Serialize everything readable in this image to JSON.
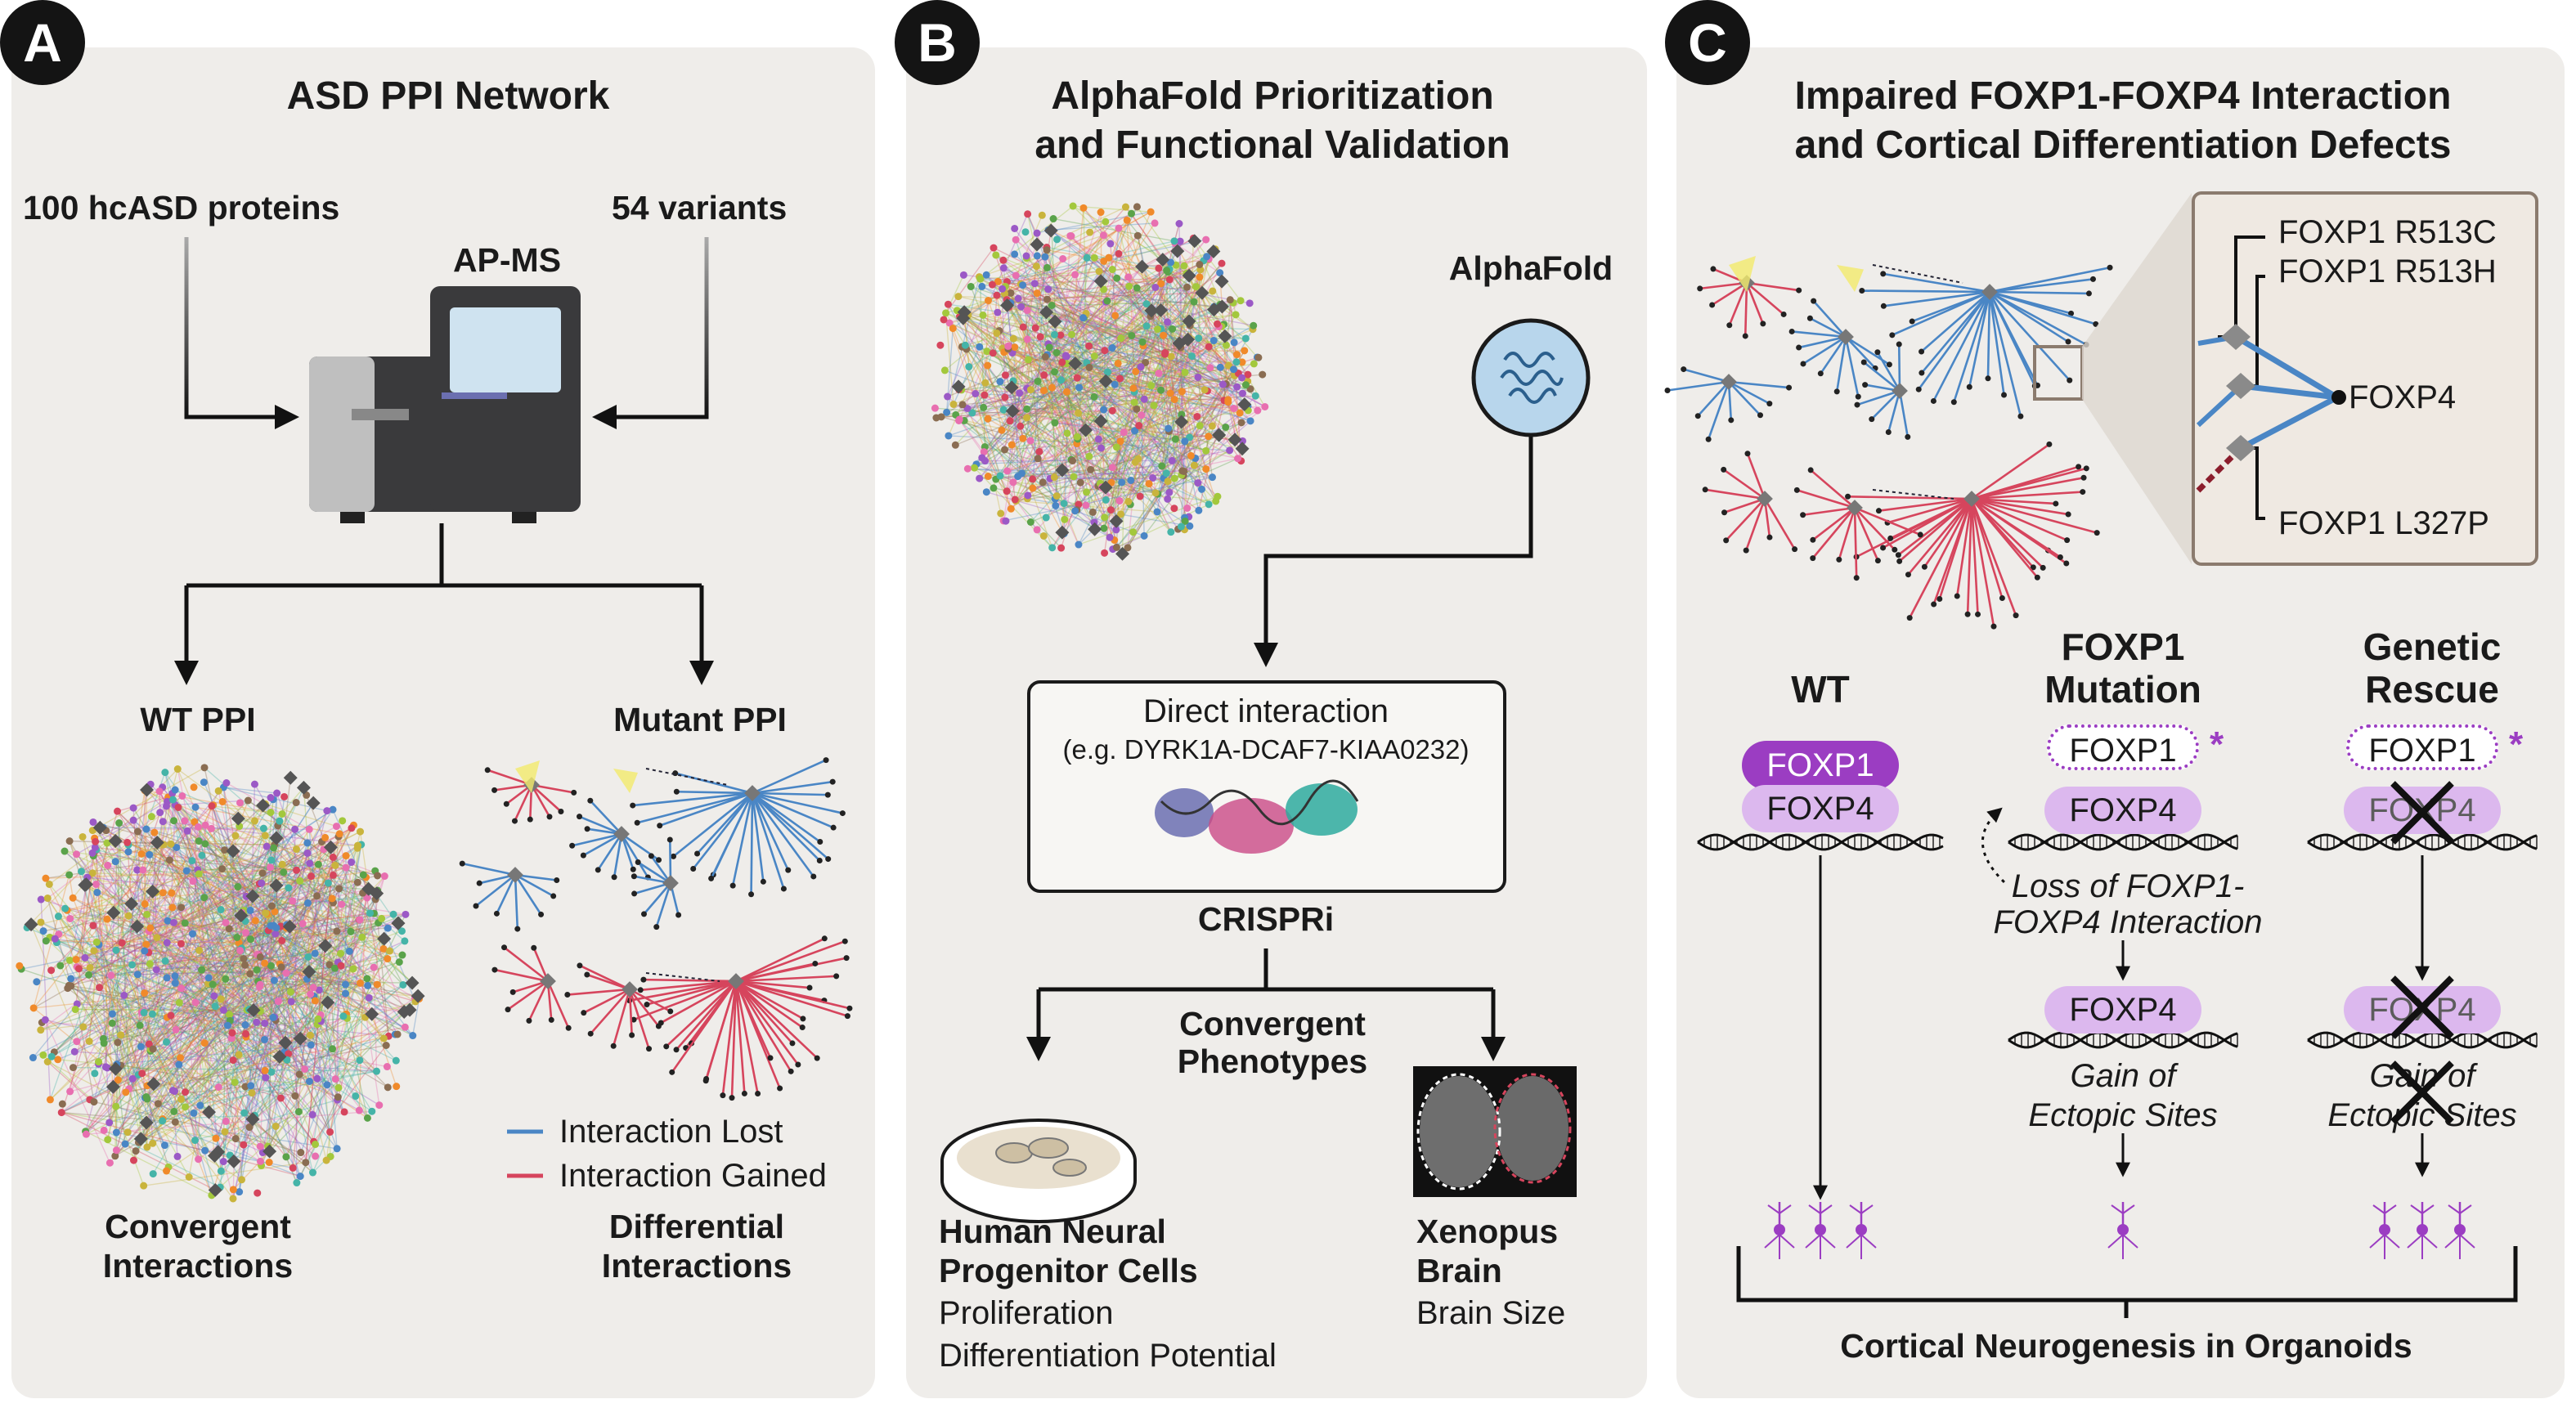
{
  "panels": {
    "a": {
      "badge": "A",
      "title": "ASD PPI Network",
      "left_input": "100 hcASD proteins",
      "right_input": "54 variants",
      "instrument": "AP-MS",
      "wt_label": "WT PPI",
      "mutant_label": "Mutant PPI",
      "legend": [
        "Interaction Lost",
        "Interaction Gained"
      ],
      "bottom_left": [
        "Convergent",
        "Interactions"
      ],
      "bottom_right": [
        "Differential",
        "Interactions"
      ]
    },
    "b": {
      "badge": "B",
      "title": [
        "AlphaFold Prioritization",
        "and Functional Validation"
      ],
      "alphafold": "AlphaFold",
      "direct_box": {
        "title": "Direct interaction",
        "example": "(e.g. DYRK1A-DCAF7-KIAA0232)"
      },
      "crispri": "CRISPRi",
      "convergent": [
        "Convergent",
        "Phenotypes"
      ],
      "left_head": [
        "Human Neural",
        "Progenitor Cells"
      ],
      "left_items": [
        "Proliferation",
        "Differentiation Potential"
      ],
      "right_head": [
        "Xenopus",
        "Brain"
      ],
      "right_items": [
        "Brain Size"
      ]
    },
    "c": {
      "badge": "C",
      "title": [
        "Impaired FOXP1-FOXP4 Interaction",
        "and Cortical Differentiation Defects"
      ],
      "inset_labels": [
        "FOXP1 R513C",
        "FOXP1 R513H",
        "FOXP4",
        "FOXP1 L327P"
      ],
      "columns": {
        "wt": {
          "head": [
            "WT"
          ],
          "top": "FOXP1",
          "bottom": "FOXP4"
        },
        "mutation": {
          "head": [
            "FOXP1",
            "Mutation"
          ],
          "top": "FOXP1",
          "bottom": "FOXP4",
          "loss": [
            "Loss of FOXP1-",
            "FOXP4 Interaction"
          ],
          "lower": "FOXP4",
          "gain": [
            "Gain of",
            "Ectopic Sites"
          ]
        },
        "rescue": {
          "head": [
            "Genetic",
            "Rescue"
          ],
          "top": "FOXP1",
          "bottom": "FOXP4",
          "lower": "FOXP4",
          "gain": [
            "Gain of",
            "Ectopic Sites"
          ]
        }
      },
      "asterisk": "*",
      "footer": "Cortical Neurogenesis in Organoids"
    }
  },
  "colors": {
    "panel_bg": "#efedea",
    "interaction_lost": "#4a86c5",
    "interaction_gained": "#d6455d",
    "foxp1": "#9b3dc2",
    "foxp4": "#dcb8ee",
    "neuron": "#9b3dc2"
  },
  "icons": [
    "ap-ms-instrument-icon",
    "network-graph-icon",
    "protein-structure-icon",
    "petri-dish-icon",
    "xenopus-brain-image",
    "dna-helix-icon",
    "neuron-icon",
    "cross-mark-icon"
  ]
}
